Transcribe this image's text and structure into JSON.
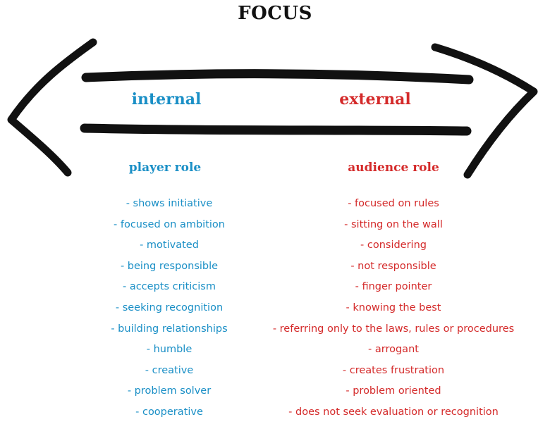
{
  "title": "FOCUS",
  "colors": {
    "internal": "#1a8fc6",
    "external": "#d42a2a",
    "arrow": "#111111"
  },
  "internal": {
    "heading": "internal",
    "role": "player role",
    "items": [
      "- shows initiative",
      "- focused on ambition",
      "- motivated",
      "- being responsible",
      "- accepts criticism",
      "- seeking recognition",
      "- building relationships",
      "- humble",
      "- creative",
      "- problem solver",
      "- cooperative"
    ]
  },
  "external": {
    "heading": "external",
    "role": "audience role",
    "items": [
      "- focused on rules",
      "- sitting on the wall",
      "- considering",
      "- not responsible",
      "- finger pointer",
      "- knowing the best",
      "- referring only to the laws, rules or procedures",
      "- arrogant",
      "- creates frustration",
      "- problem oriented",
      "- does not seek evaluation or recognition"
    ]
  }
}
